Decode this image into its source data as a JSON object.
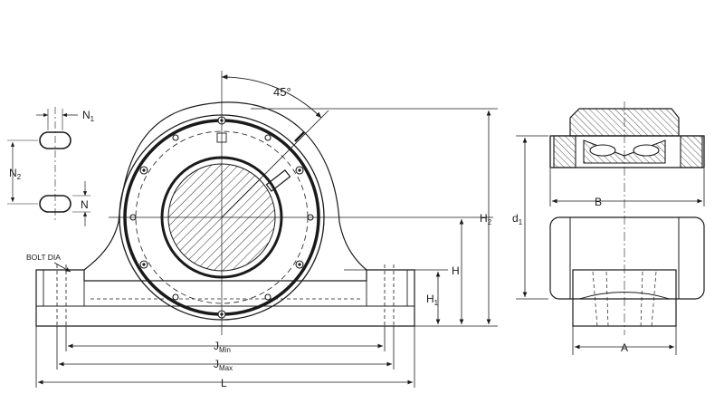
{
  "diagram": {
    "angle_label": "45°",
    "labels": {
      "n1": "N",
      "n1_sub": "1",
      "n2": "N",
      "n2_sub": "2",
      "n": "N",
      "bolt_dia": "BOLT DIA",
      "h2": "H",
      "h2_sub": "2",
      "h": "H",
      "h1": "H",
      "h1_sub": "1",
      "jmin": "J",
      "jmin_sub": "Min",
      "jmax": "J",
      "jmax_sub": "Max",
      "l": "L",
      "d1": "d",
      "d1_sub": "1",
      "b": "B",
      "a": "A"
    }
  }
}
